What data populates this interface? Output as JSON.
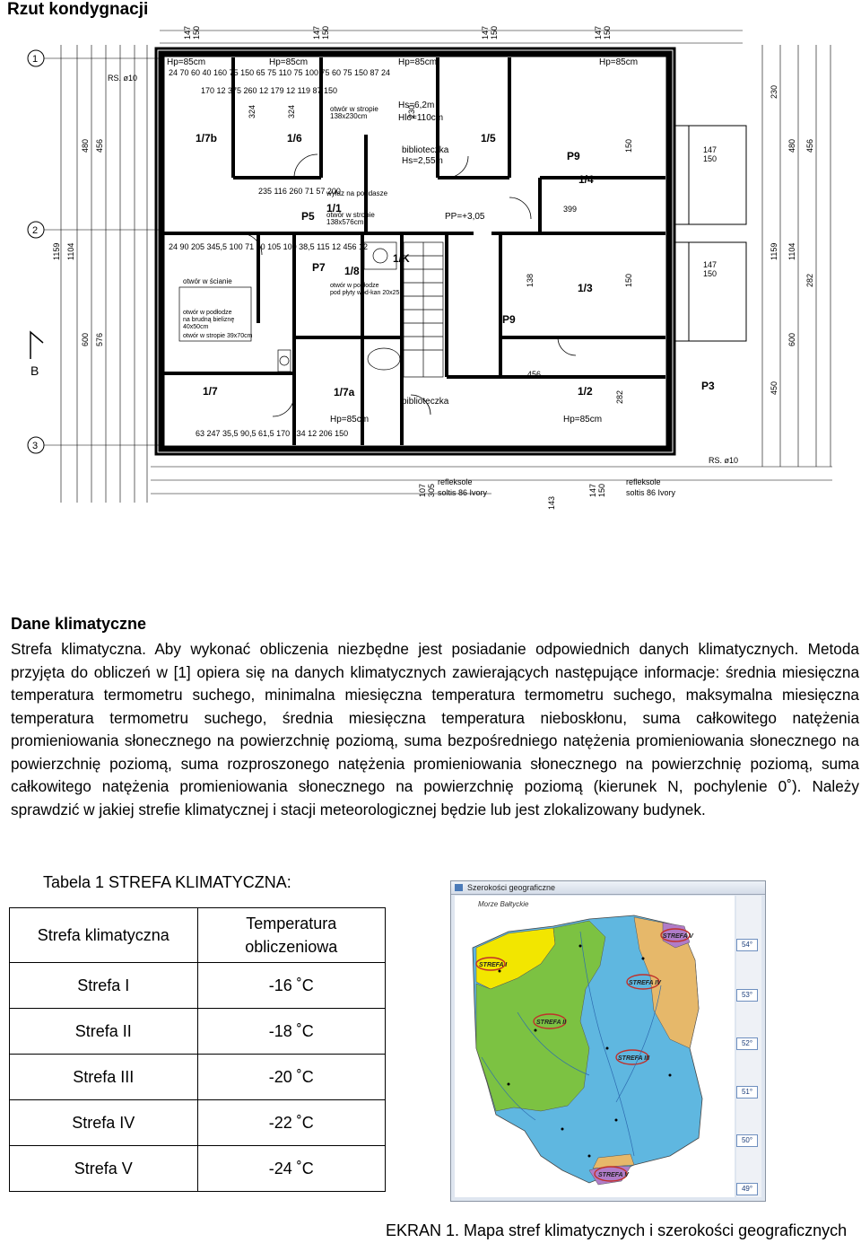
{
  "header": {
    "title": "Rzut kondygnacji"
  },
  "floor_plan": {
    "rooms": [
      "1/7b",
      "1/6",
      "1/5",
      "P9",
      "1/4",
      "1/1",
      "P5",
      "1/K",
      "P7",
      "1/8",
      "1/3",
      "P9",
      "1/7",
      "1/7a",
      "1/2",
      "P3"
    ],
    "notes": [
      "Hp=85cm",
      "Hs=6,2m",
      "Hlo=110cm",
      "biblioteczka",
      "Hs=2,55m",
      "otwór w stropie 138x230cm",
      "wyłaz na poddasze 60x90cm",
      "otwór w stropie 138x576cm",
      "otwór w ścianie",
      "otwór w podłodze pod płyty wod-kan 20x25",
      "otwór w podłodze na brudną bieliznę 40x50cm",
      "otwór w stropie 39x70cm",
      "PP=+3,05",
      "refleksole soltis 86 Ivory",
      "RS. ø10"
    ],
    "axes": [
      "1",
      "2",
      "3",
      "B"
    ],
    "dimensions": [
      "1159",
      "1104",
      "480",
      "456",
      "600",
      "576",
      "147",
      "150",
      "230",
      "324",
      "179",
      "282",
      "450"
    ]
  },
  "climate": {
    "title": "Dane klimatyczne",
    "paragraph": "Strefa klimatyczna. Aby wykonać obliczenia niezbędne jest posiadanie odpowiednich danych klimatycznych. Metoda przyjęta do obliczeń w [1] opiera się na danych klimatycznych zawierających następujące informacje: średnia miesięczna temperatura termometru suchego, minimalna miesięczna temperatura termometru suchego, maksymalna miesięczna temperatura termometru suchego, średnia miesięczna temperatura nieboskłonu, suma całkowitego natężenia promieniowania słonecznego na powierzchnię poziomą, suma bezpośredniego natężenia promieniowania słonecznego na powierzchnię poziomą, suma rozproszonego natężenia promieniowania słonecznego na powierzchnię poziomą, suma całkowitego natężenia promieniowania słonecznego na powierzchnię poziomą (kierunek N, pochylenie 0˚). Należy sprawdzić w jakiej strefie klimatycznej i stacji meteorologicznej będzie lub jest zlokalizowany budynek."
  },
  "table": {
    "caption": "Tabela 1 STREFA KLIMATYCZNA:",
    "headers": [
      "Strefa klimatyczna",
      "Temperatura obliczeniowa"
    ],
    "rows": [
      [
        "Strefa I",
        "-16 ˚C"
      ],
      [
        "Strefa II",
        "-18 ˚C"
      ],
      [
        "Strefa III",
        "-20 ˚C"
      ],
      [
        "Strefa IV",
        "-22 ˚C"
      ],
      [
        "Strefa V",
        "-24 ˚C"
      ]
    ]
  },
  "map": {
    "window_title": "Szerokości geograficzne",
    "sea_label": "Morze Bałtyckie",
    "zones": [
      "STREFA I",
      "STREFA II",
      "STREFA III",
      "STREFA IV",
      "STREFA V"
    ],
    "latitudes": [
      "54°",
      "53°",
      "52°",
      "51°",
      "50°",
      "49°"
    ],
    "colors": {
      "zone1": "#f2e600",
      "zone2": "#7cc242",
      "zone3": "#5fb7e0",
      "zone4": "#e6b86a",
      "zone5": "#b07cc8",
      "outline": "#c0302a"
    },
    "caption": "EKRAN 1. Mapa stref klimatycznych i szerokości geograficznych"
  }
}
